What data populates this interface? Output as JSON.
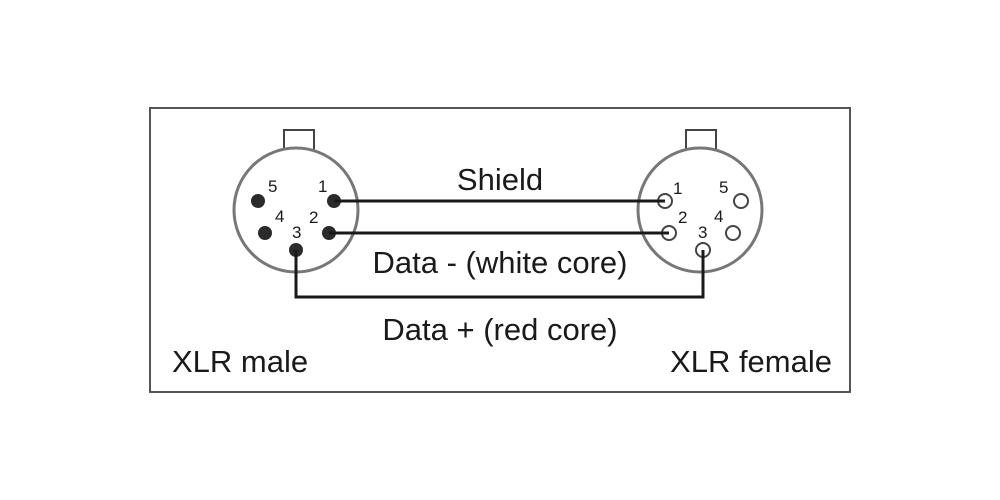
{
  "connectors": {
    "male": {
      "label": "XLR male",
      "pins": [
        "1",
        "2",
        "3",
        "4",
        "5"
      ]
    },
    "female": {
      "label": "XLR female",
      "pins": [
        "1",
        "2",
        "3",
        "4",
        "5"
      ]
    }
  },
  "wires": {
    "shield": "Shield",
    "data_minus": "Data - (white core)",
    "data_plus": "Data + (red core)"
  },
  "colors": {
    "line": "#1a1a1a",
    "frame": "#555555",
    "pin_fill_male": "#2b2b2b",
    "pin_fill_female": "#ffffff"
  }
}
